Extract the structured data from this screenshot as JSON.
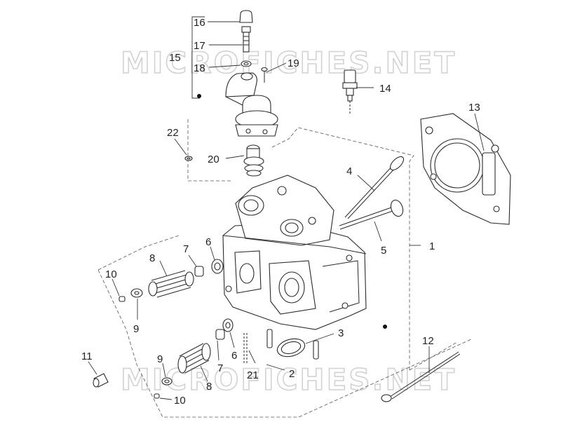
{
  "watermark": "MICROFICHES.NET",
  "part_numbers": {
    "n1": "1",
    "n2": "2",
    "n3": "3",
    "n4": "4",
    "n5": "5",
    "n6a": "6",
    "n6b": "6",
    "n7a": "7",
    "n7b": "7",
    "n8a": "8",
    "n8b": "8",
    "n9a": "9",
    "n9b": "9",
    "n10a": "10",
    "n10b": "10",
    "n11": "11",
    "n12": "12",
    "n13": "13",
    "n14": "14",
    "n15": "15",
    "n16": "16",
    "n17": "17",
    "n18": "18",
    "n19": "19",
    "n20": "20",
    "n21": "21",
    "n22": "22"
  }
}
